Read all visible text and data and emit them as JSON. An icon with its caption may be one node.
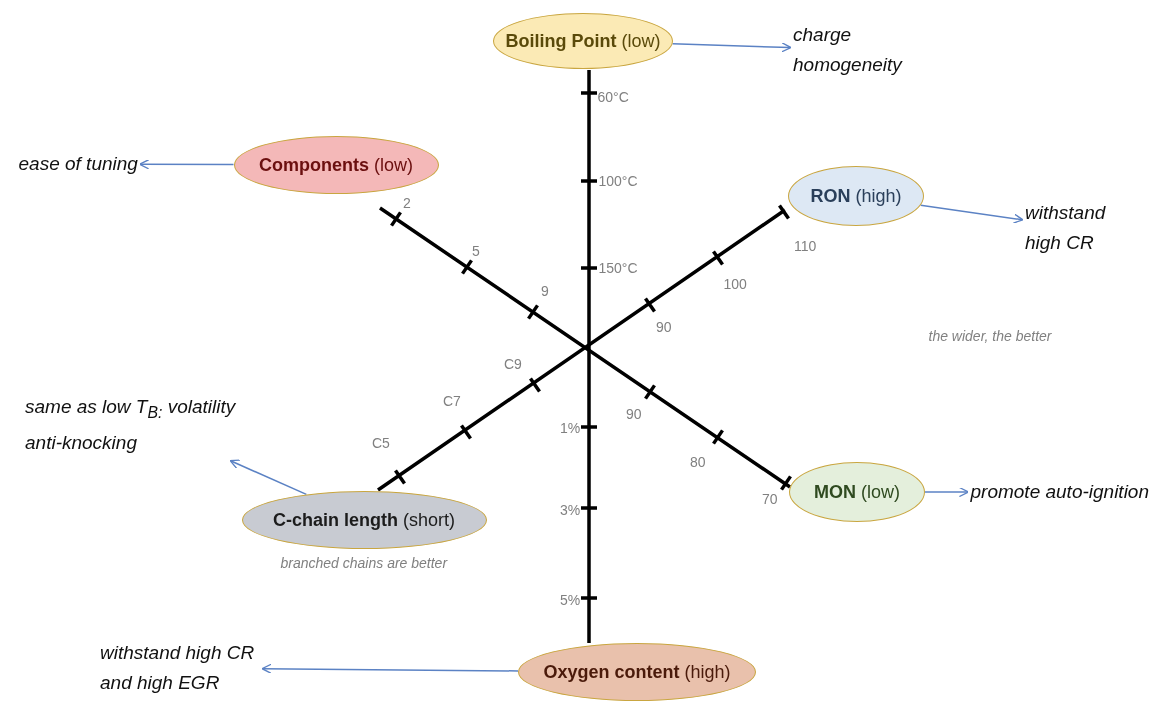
{
  "diagram": {
    "nodes": [
      {
        "text": [
          "**Boiling Point** (low)"
        ]
      },
      {
        "text": [
          "charge homogeneity"
        ]
      },
      {
        "text": [
          "**Components** (low)"
        ]
      },
      {
        "text": [
          "ease of  tuning"
        ]
      },
      {
        "text": [
          "**RON** (high)"
        ]
      },
      {
        "text": [
          "withstand high CR"
        ]
      },
      {
        "text": [
          "**MON** (low)"
        ]
      },
      {
        "text": [
          "promote auto-ignition"
        ]
      },
      {
        "text": [
          "same as low T$_{B:}$ volatility anti-knocking"
        ]
      },
      {
        "text": [
          "**C-chain length** (short)"
        ],
        "beside": [
          "branched chains are better"
        ]
      },
      {
        "text": [
          "withstand high CR and high EGR"
        ]
      },
      {
        "text": [
          "**Oxygen content** (high)"
        ]
      }
    ],
    "edges": [
      {
        "from": 0,
        "to": 1,
        "arrow": "to"
      },
      {
        "from": 2,
        "to": 3,
        "arrow": "to"
      },
      {
        "from": 4,
        "to": 5,
        "arrow": "to"
      },
      {
        "from": 6,
        "to": 7,
        "arrow": "to"
      },
      {
        "from": 9,
        "to": 8,
        "arrow": "to"
      },
      {
        "from": 11,
        "to": 10,
        "arrow": "to"
      }
    ],
    "labels": [
      "60°C",
      "2",
      "100°C",
      "110",
      "5",
      "150°C",
      "100",
      "9",
      "90",
      "the wider, the better",
      "C9",
      "C7",
      "1%",
      "90",
      "80",
      "C5",
      "70",
      "3%",
      "5%"
    ]
  }
}
